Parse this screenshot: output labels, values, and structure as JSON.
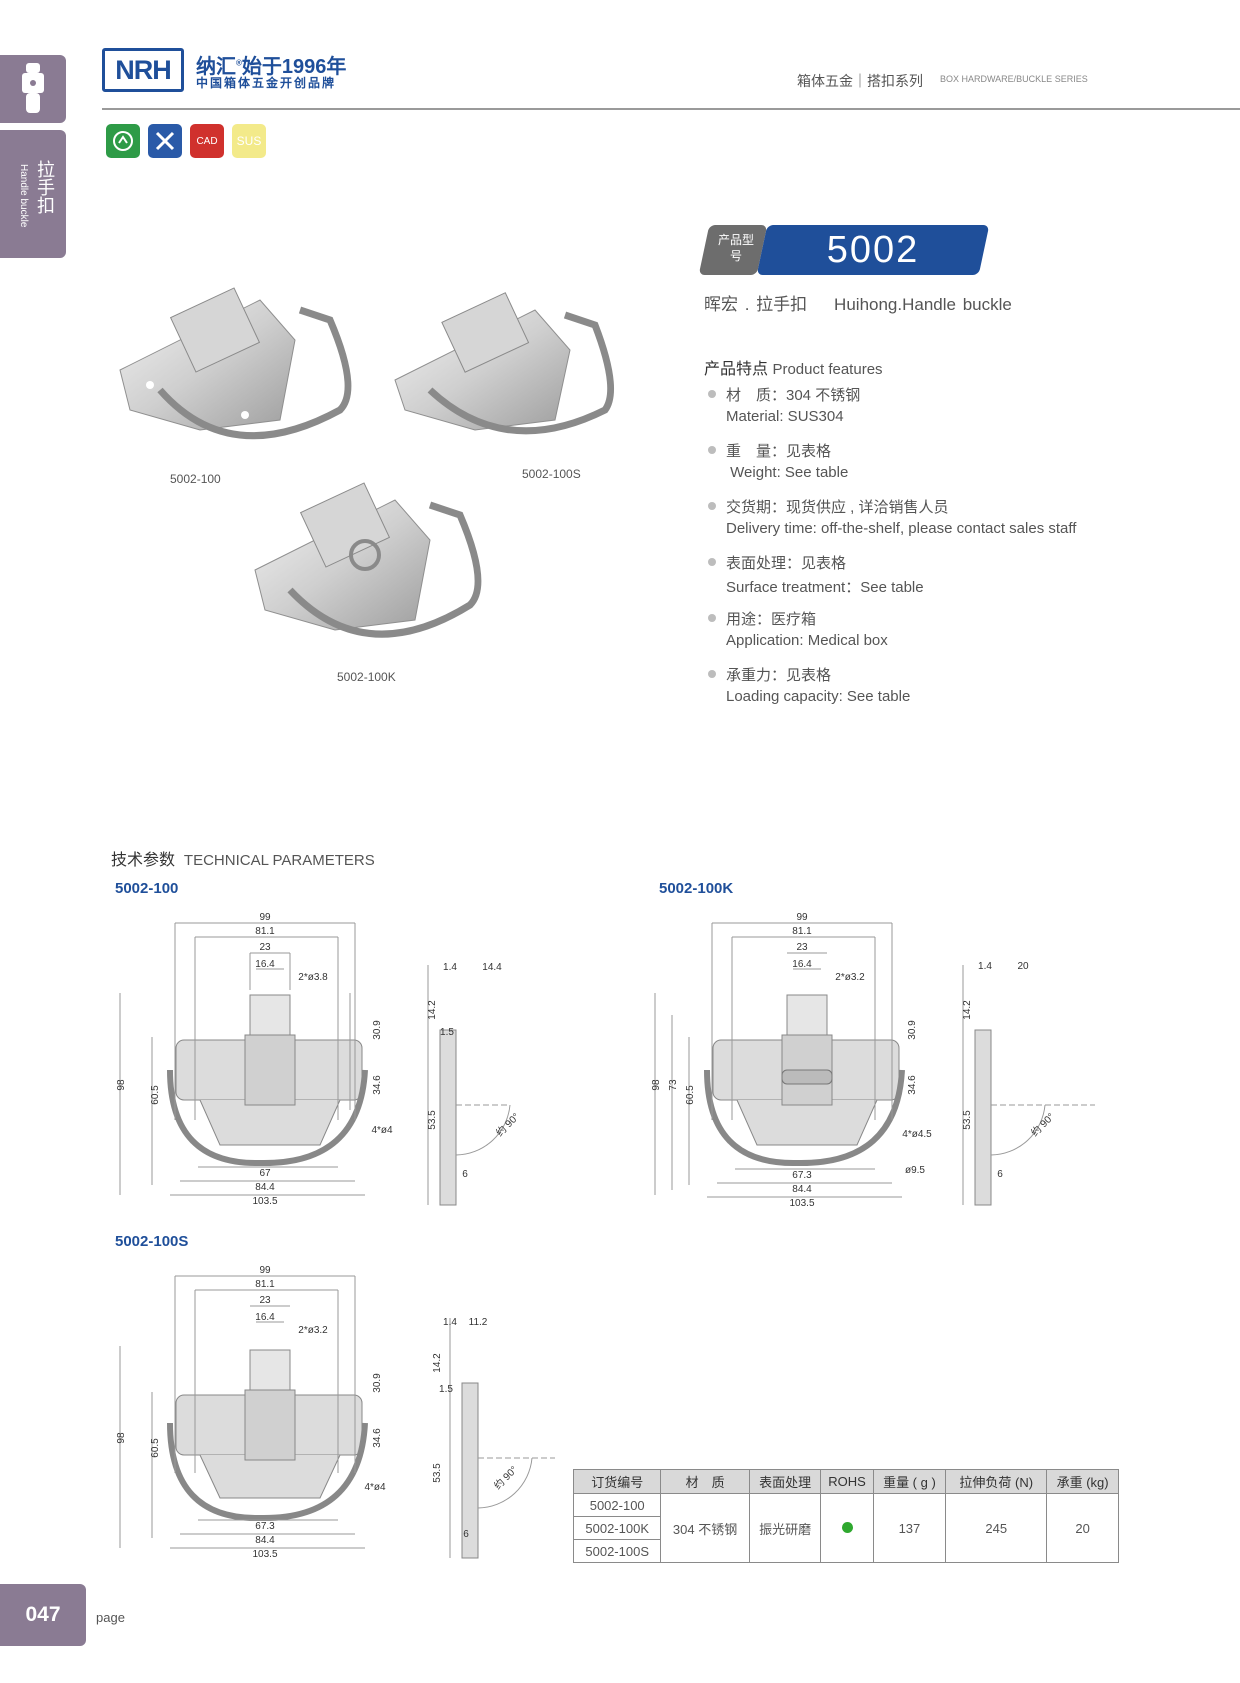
{
  "sidebar": {
    "tab_cn": "拉手扣",
    "tab_en": "Handle buckle"
  },
  "header": {
    "logo": "NRH",
    "brand_cn": "纳汇",
    "brand_since": "始于1996年",
    "brand_tagline": "中国箱体五金开创品牌",
    "series_cn": "箱体五金｜搭扣系列",
    "series_en": "BOX HARDWARE/BUCKLE SERIES"
  },
  "badges": [
    {
      "name": "eco-badge",
      "label": "",
      "color": "#2e9b47"
    },
    {
      "name": "tools-badge",
      "label": "",
      "color": "#2a5aa8"
    },
    {
      "name": "cad-badge",
      "label": "CAD",
      "color": "#d0312d"
    },
    {
      "name": "sus-badge",
      "label": "SUS",
      "color": "#f3ea8a"
    }
  ],
  "product": {
    "tag_label": "产品型号",
    "model": "5002",
    "subtitle": "晖宏 . 拉手扣    Huihong.Handle buckle"
  },
  "features": {
    "title_cn": "产品特点",
    "title_en": "Product features",
    "items": [
      {
        "cn": "材　质：304 不锈钢",
        "en": "Material: SUS304"
      },
      {
        "cn": "重　量：见表格",
        "en": " Weight: See table"
      },
      {
        "cn": "交货期：现货供应 , 详洽销售人员",
        "en": "Delivery time: off-the-shelf, please contact sales staff"
      },
      {
        "cn": "表面处理：见表格",
        "en": "Surface treatment：See table"
      },
      {
        "cn": "用途：医疗箱",
        "en": "Application: Medical box"
      },
      {
        "cn": "承重力：见表格",
        "en": "Loading capacity: See table"
      }
    ]
  },
  "product_photos": [
    "5002-100",
    "5002-100S",
    "5002-100K"
  ],
  "tech": {
    "title_cn": "技术参数",
    "title_en": "TECHNICAL PARAMETERS",
    "drawings": [
      {
        "model": "5002-100",
        "dims": [
          "99",
          "81.1",
          "23",
          "16.4",
          "2*ø3.8",
          "30.9",
          "34.6",
          "4*ø4",
          "98",
          "60.5",
          "67",
          "84.4",
          "103.5"
        ],
        "side": [
          "1.4",
          "14.4",
          "14.2",
          "1.5",
          "53.5",
          "6",
          "约 90°"
        ]
      },
      {
        "model": "5002-100K",
        "dims": [
          "99",
          "81.1",
          "23",
          "16.4",
          "2*ø3.2",
          "30.9",
          "34.6",
          "4*ø4.5",
          "98",
          "73",
          "60.5",
          "ø9.5",
          "67.3",
          "84.4",
          "103.5"
        ],
        "side": [
          "1.4",
          "20",
          "14.2",
          "53.5",
          "6",
          "约 90°"
        ]
      },
      {
        "model": "5002-100S",
        "dims": [
          "99",
          "81.1",
          "23",
          "16.4",
          "2*ø3.2",
          "30.9",
          "34.6",
          "4*ø4",
          "98",
          "60.5",
          "67.3",
          "84.4",
          "103.5"
        ],
        "side": [
          "1.4",
          "11.2",
          "14.2",
          "1.5",
          "53.5",
          "6",
          "约 90°"
        ]
      }
    ]
  },
  "table": {
    "headers": [
      "订货编号",
      "材　质",
      "表面处理",
      "ROHS",
      "重量 ( g )",
      "拉伸负荷 (N)",
      "承重 (kg)"
    ],
    "codes": [
      "5002-100",
      "5002-100K",
      "5002-100S"
    ],
    "material": "304 不锈钢",
    "finish": "振光研磨",
    "rohs_color": "#2fa82f",
    "weight": "137",
    "tensile": "245",
    "load": "20"
  },
  "footer": {
    "page_num": "047",
    "page_word": "page"
  }
}
